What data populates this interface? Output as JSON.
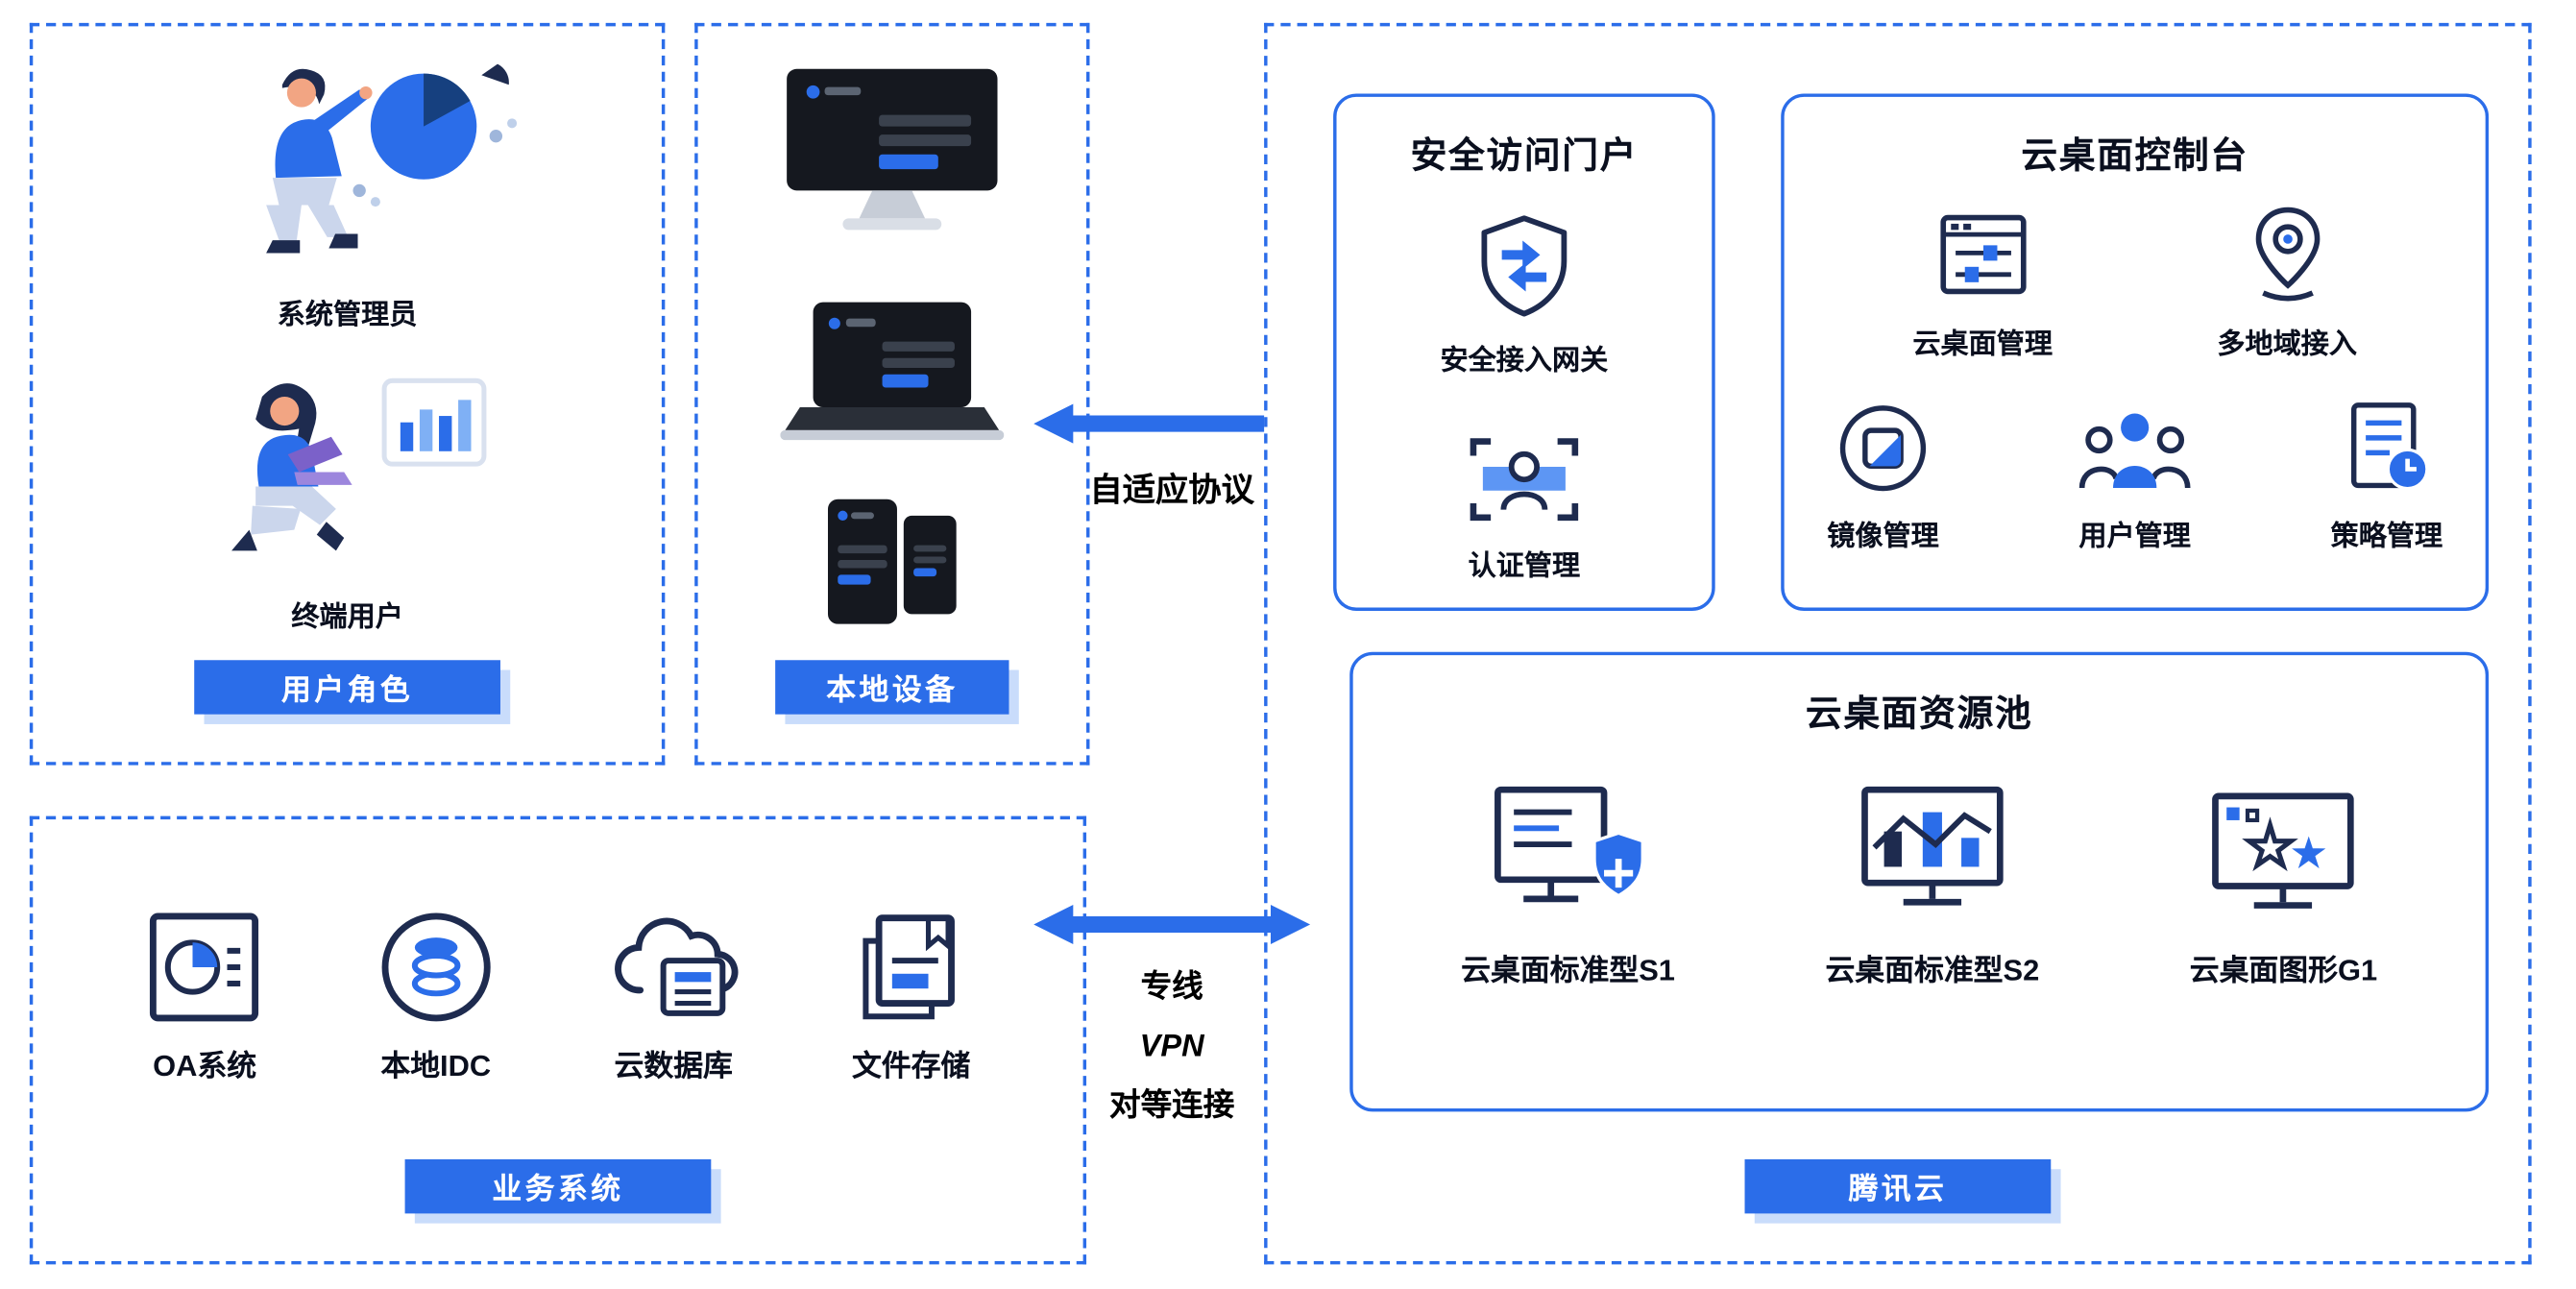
{
  "colors": {
    "primary": "#2B6DE9",
    "dark": "#1E2B4F",
    "badge_shadow": "#C9DCFB"
  },
  "user_roles": {
    "badge_label": "用户角色",
    "admin_label": "系统管理员",
    "end_user_label": "终端用户"
  },
  "local_devices": {
    "badge_label": "本地设备"
  },
  "links": {
    "adaptive_protocol": "自适应协议",
    "private_line": "专线",
    "vpn": "VPN",
    "peering": "对等连接"
  },
  "tencent_cloud": {
    "badge_label": "腾讯云",
    "portal": {
      "title": "安全访问门户",
      "gateway_label": "安全接入网关",
      "auth_label": "认证管理"
    },
    "console": {
      "title": "云桌面控制台",
      "items": [
        {
          "label": "云桌面管理",
          "icon": "desktop-manage-icon"
        },
        {
          "label": "多地域接入",
          "icon": "multi-region-icon"
        },
        {
          "label": "镜像管理",
          "icon": "image-manage-icon"
        },
        {
          "label": "用户管理",
          "icon": "user-manage-icon"
        },
        {
          "label": "策略管理",
          "icon": "policy-manage-icon"
        }
      ]
    },
    "pool": {
      "title": "云桌面资源池",
      "items": [
        {
          "label": "云桌面标准型S1",
          "icon": "cloud-desktop-s1-icon"
        },
        {
          "label": "云桌面标准型S2",
          "icon": "cloud-desktop-s2-icon"
        },
        {
          "label": "云桌面图形G1",
          "icon": "cloud-desktop-g1-icon"
        }
      ]
    }
  },
  "business_systems": {
    "badge_label": "业务系统",
    "items": [
      {
        "label": "OA系统",
        "icon": "oa-system-icon"
      },
      {
        "label": "本地IDC",
        "icon": "local-idc-icon"
      },
      {
        "label": "云数据库",
        "icon": "cloud-database-icon"
      },
      {
        "label": "文件存储",
        "icon": "file-storage-icon"
      }
    ]
  }
}
